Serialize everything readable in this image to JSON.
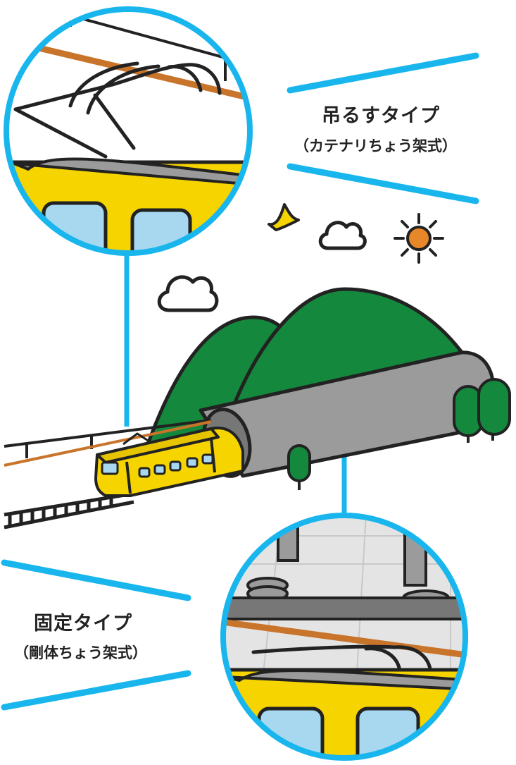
{
  "labels": {
    "catenary_title": "吊るすタイプ",
    "catenary_subtitle": "（カテナリちょう架式）",
    "rigid_title": "固定タイプ",
    "rigid_subtitle": "（剛体ちょう架式）"
  },
  "colors": {
    "accent_blue": "#19b6ee",
    "train_yellow": "#f6d400",
    "tunnel_gray": "#9b9b9b",
    "mountain_green": "#14883c",
    "wire_orange": "#c8742a",
    "sun_orange": "#e8862a",
    "window_blue": "#a8d8f0",
    "outline": "#222222"
  },
  "icons": [
    "cloud-icon",
    "sun-icon",
    "bird-icon",
    "tree-icon"
  ]
}
